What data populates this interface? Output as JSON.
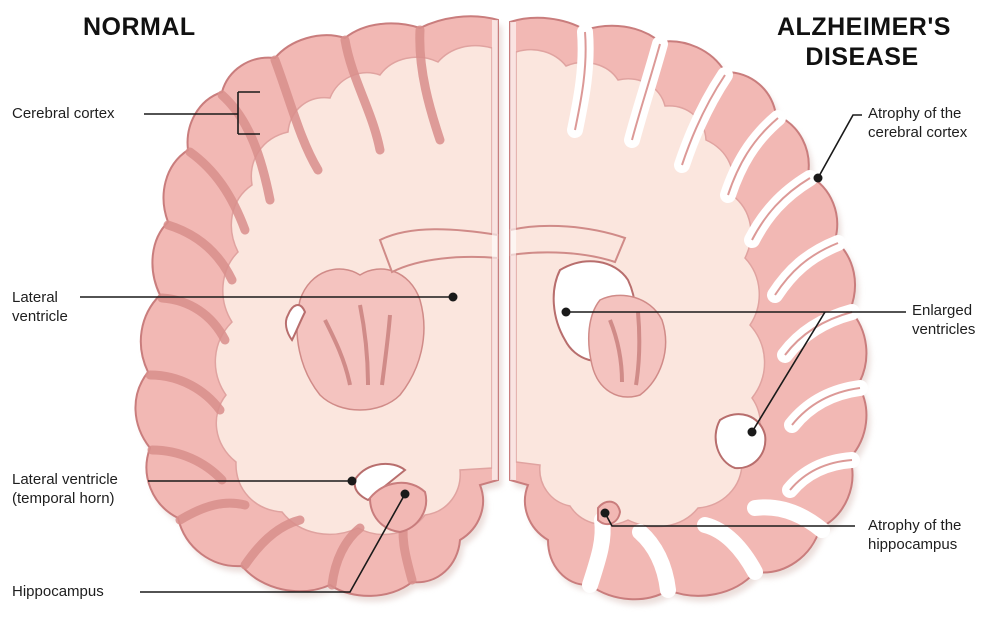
{
  "headings": {
    "normal": "NORMAL",
    "alzheimers_line1": "ALZHEIMER'S",
    "alzheimers_line2": "DISEASE"
  },
  "labels": {
    "cerebral_cortex": "Cerebral cortex",
    "lateral_ventricle_line1": "Lateral",
    "lateral_ventricle_line2": "ventricle",
    "lateral_ventricle_temporal_line1": "Lateral ventricle",
    "lateral_ventricle_temporal_line2": "(temporal horn)",
    "hippocampus": "Hippocampus",
    "atrophy_cortex_line1": "Atrophy of the",
    "atrophy_cortex_line2": "cerebral cortex",
    "enlarged_ventricles_line1": "Enlarged",
    "enlarged_ventricles_line2": "ventricles",
    "atrophy_hippocampus_line1": "Atrophy of the",
    "atrophy_hippocampus_line2": "hippocampus"
  },
  "colors": {
    "gray_matter": "#f2b8b4",
    "white_matter": "#fbe6de",
    "outline": "#c97d7d",
    "shadow": "#d9c9c4",
    "leader_line": "#1a1a1a"
  }
}
